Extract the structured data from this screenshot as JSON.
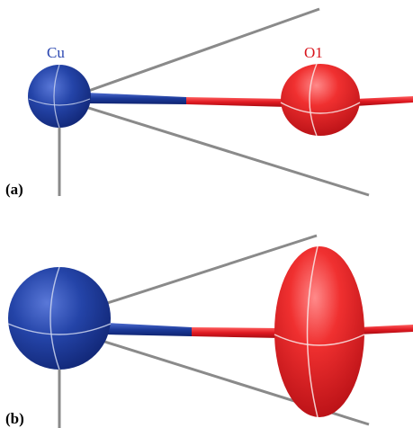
{
  "colors": {
    "cu": "#1c3a9a",
    "o": "#e01a22",
    "bond_gray": "#8a8a8a",
    "label_blue": "#2a46b0",
    "label_red": "#d8141c",
    "ellipse_lines": "#f0f0f0"
  },
  "panel_a": {
    "label": "(a)",
    "atom_labels": {
      "cu": "Cu",
      "o": "O1"
    }
  },
  "panel_b": {
    "label": "(b)"
  }
}
